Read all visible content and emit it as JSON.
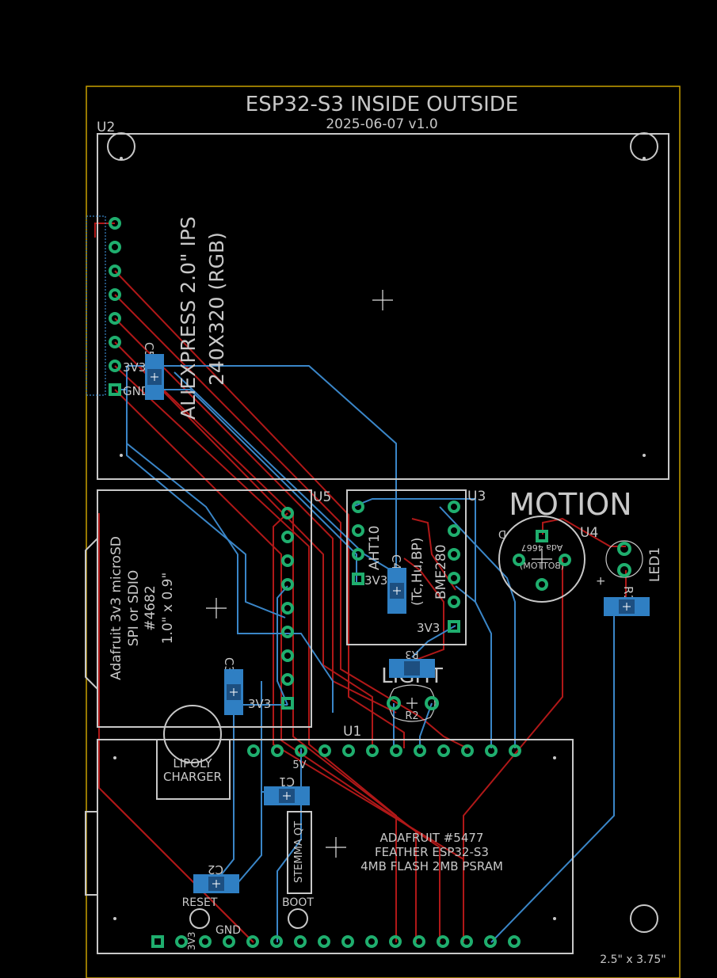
{
  "board": {
    "title": "ESP32-S3 INSIDE OUTSIDE",
    "subtitle": "2025-06-07  v1.0",
    "size_note": "2.5\" x 3.75\""
  },
  "u2": {
    "ref": "U2",
    "line1": "ALIEXPRESS 2.0\" IPS",
    "line2": "240X320 (RGB)",
    "pin_3v3": "3V3",
    "pin_gnd": "GND",
    "cap_ref": "C5"
  },
  "u5": {
    "ref": "U5",
    "line1": "Adafruit 3v3 microSD",
    "line2": "SPI or SDIO",
    "line3": "#4682",
    "line4": "1.0\" x 0.9\"",
    "pin_3v3": "3V3",
    "cap_ref": "C3"
  },
  "u3": {
    "ref": "U3",
    "left_label": "AHT10",
    "mid_label": "(Tc,Hu,BP)",
    "right_label": "BME280",
    "pin_3v3_left": "3V3",
    "pin_3v3_right": "3V3",
    "cap_ref": "C4"
  },
  "u4": {
    "ref": "U4",
    "title": "MOTION",
    "mirror_top": "Ada 4667",
    "mirror_bottom": "(BOTTOM)"
  },
  "led1": {
    "ref": "LED1",
    "res_ref": "R1",
    "plus": "+"
  },
  "light": {
    "title": "LIGHT",
    "ref": "R2",
    "res_ref": "R3"
  },
  "u1": {
    "ref": "U1",
    "line1": "ADAFRUIT #5477",
    "line2": "FEATHER ESP32-S3",
    "line3": "4MB FLASH  2MB PSRAM",
    "pin_5v": "5V",
    "pin_3v3": "3V3",
    "pin_gnd": "GND",
    "cap_ref": "C1",
    "cap2_ref": "C2",
    "reset": "RESET",
    "boot": "BOOT",
    "stemma": "STEMMA QT",
    "charger1": "LIPOLY",
    "charger2": "CHARGER"
  }
}
